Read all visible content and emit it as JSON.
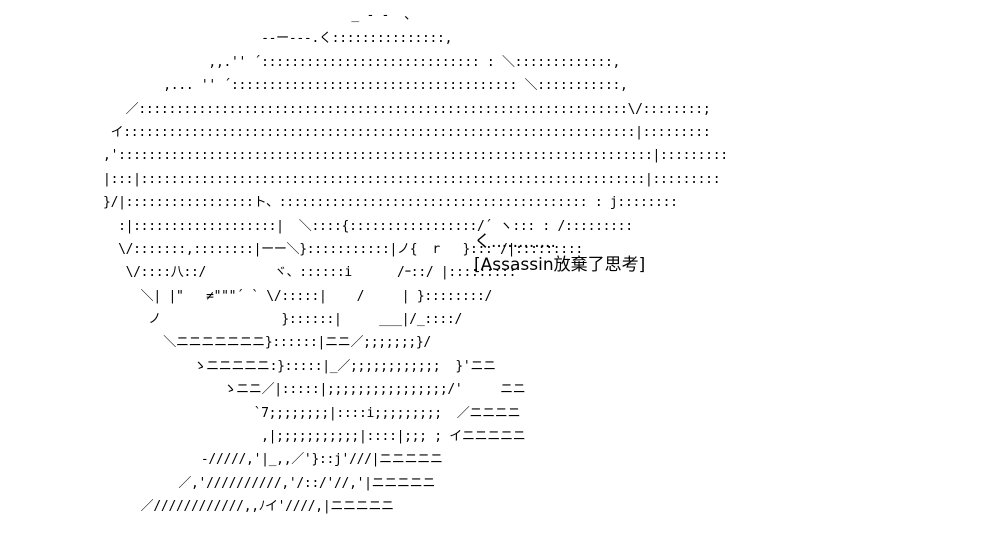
{
  "art": {
    "lines": [
      "                                   _ - -  、",
      "                       --ー---.く:::::::::::::::,",
      "                ,,.'' ´::::::::::::::::::::::::::::: : ＼:::::::::::::,",
      "          ,... '' ´:::::::::::::::::::::::::::::::::::::: ＼:::::::::::,",
      "     ／:::::::::::::::::::::::::::::::::::::::::::::::::::::::::::::::::\\/::::::::;",
      "   イ::::::::::::::::::::::::::::::::::::::::::::::::::::::::::::::::::::|:::::::::",
      "  ,':::::::::::::::::::::::::::::::::::::::::::::::::::::::::::::::::::::::|:::::::::",
      "  |:::|:::::::::::::::::::::::::::::::::::::::::::::::::::::::::::::::::::|:::::::::",
      "  }/|:::::::::::::::::ト、::::::::::::::::::::::::::::::::::::::::: : j::::::::",
      "    :|:::::::::::::::::::|  ＼::::{:::::::::::::::::/´ ヽ::: : /:::::::::",
      "    \\/:::::::,::::::::|ーー＼}:::::::::::|ノ{  r   }::: /|:::::::::",
      "     \\/::::八::/         ヾ、::::::i      /ｰ::/ |:::::::::",
      "       ＼| |\"   ≠\"\"\"´ ` \\/:::::|    /     | }::::::::/",
      "        ノ                }::::::|     ___|/_::::/",
      "          ＼ニニニニニニニ}::::::|ニニ／;;;;;;;}/",
      "              ゝニニニニニ:}:::::|_／;;;;;;;;;;;;  }'ニニ",
      "                  ゝニニ／|:::::|;;;;;;;;;;;;;;;;/'     ニニ",
      "                      `7;;;;;;;;|::::i;;;;;;;;;  ／ニニニニ",
      "                       ,|;;;;;;;;;;;|::::|;;; ; イニニニニニ",
      "               -/////,'|_,,／'}::j'///|ニニニニニ",
      "            ／,'//////////,'/::/'//,'|ニニニニニ",
      "       ／////////////,,ﾉイ'////,|ニニニニニ"
    ]
  },
  "caption": {
    "ellipsis": "く............",
    "text": "[Assassin放棄了思考]"
  }
}
